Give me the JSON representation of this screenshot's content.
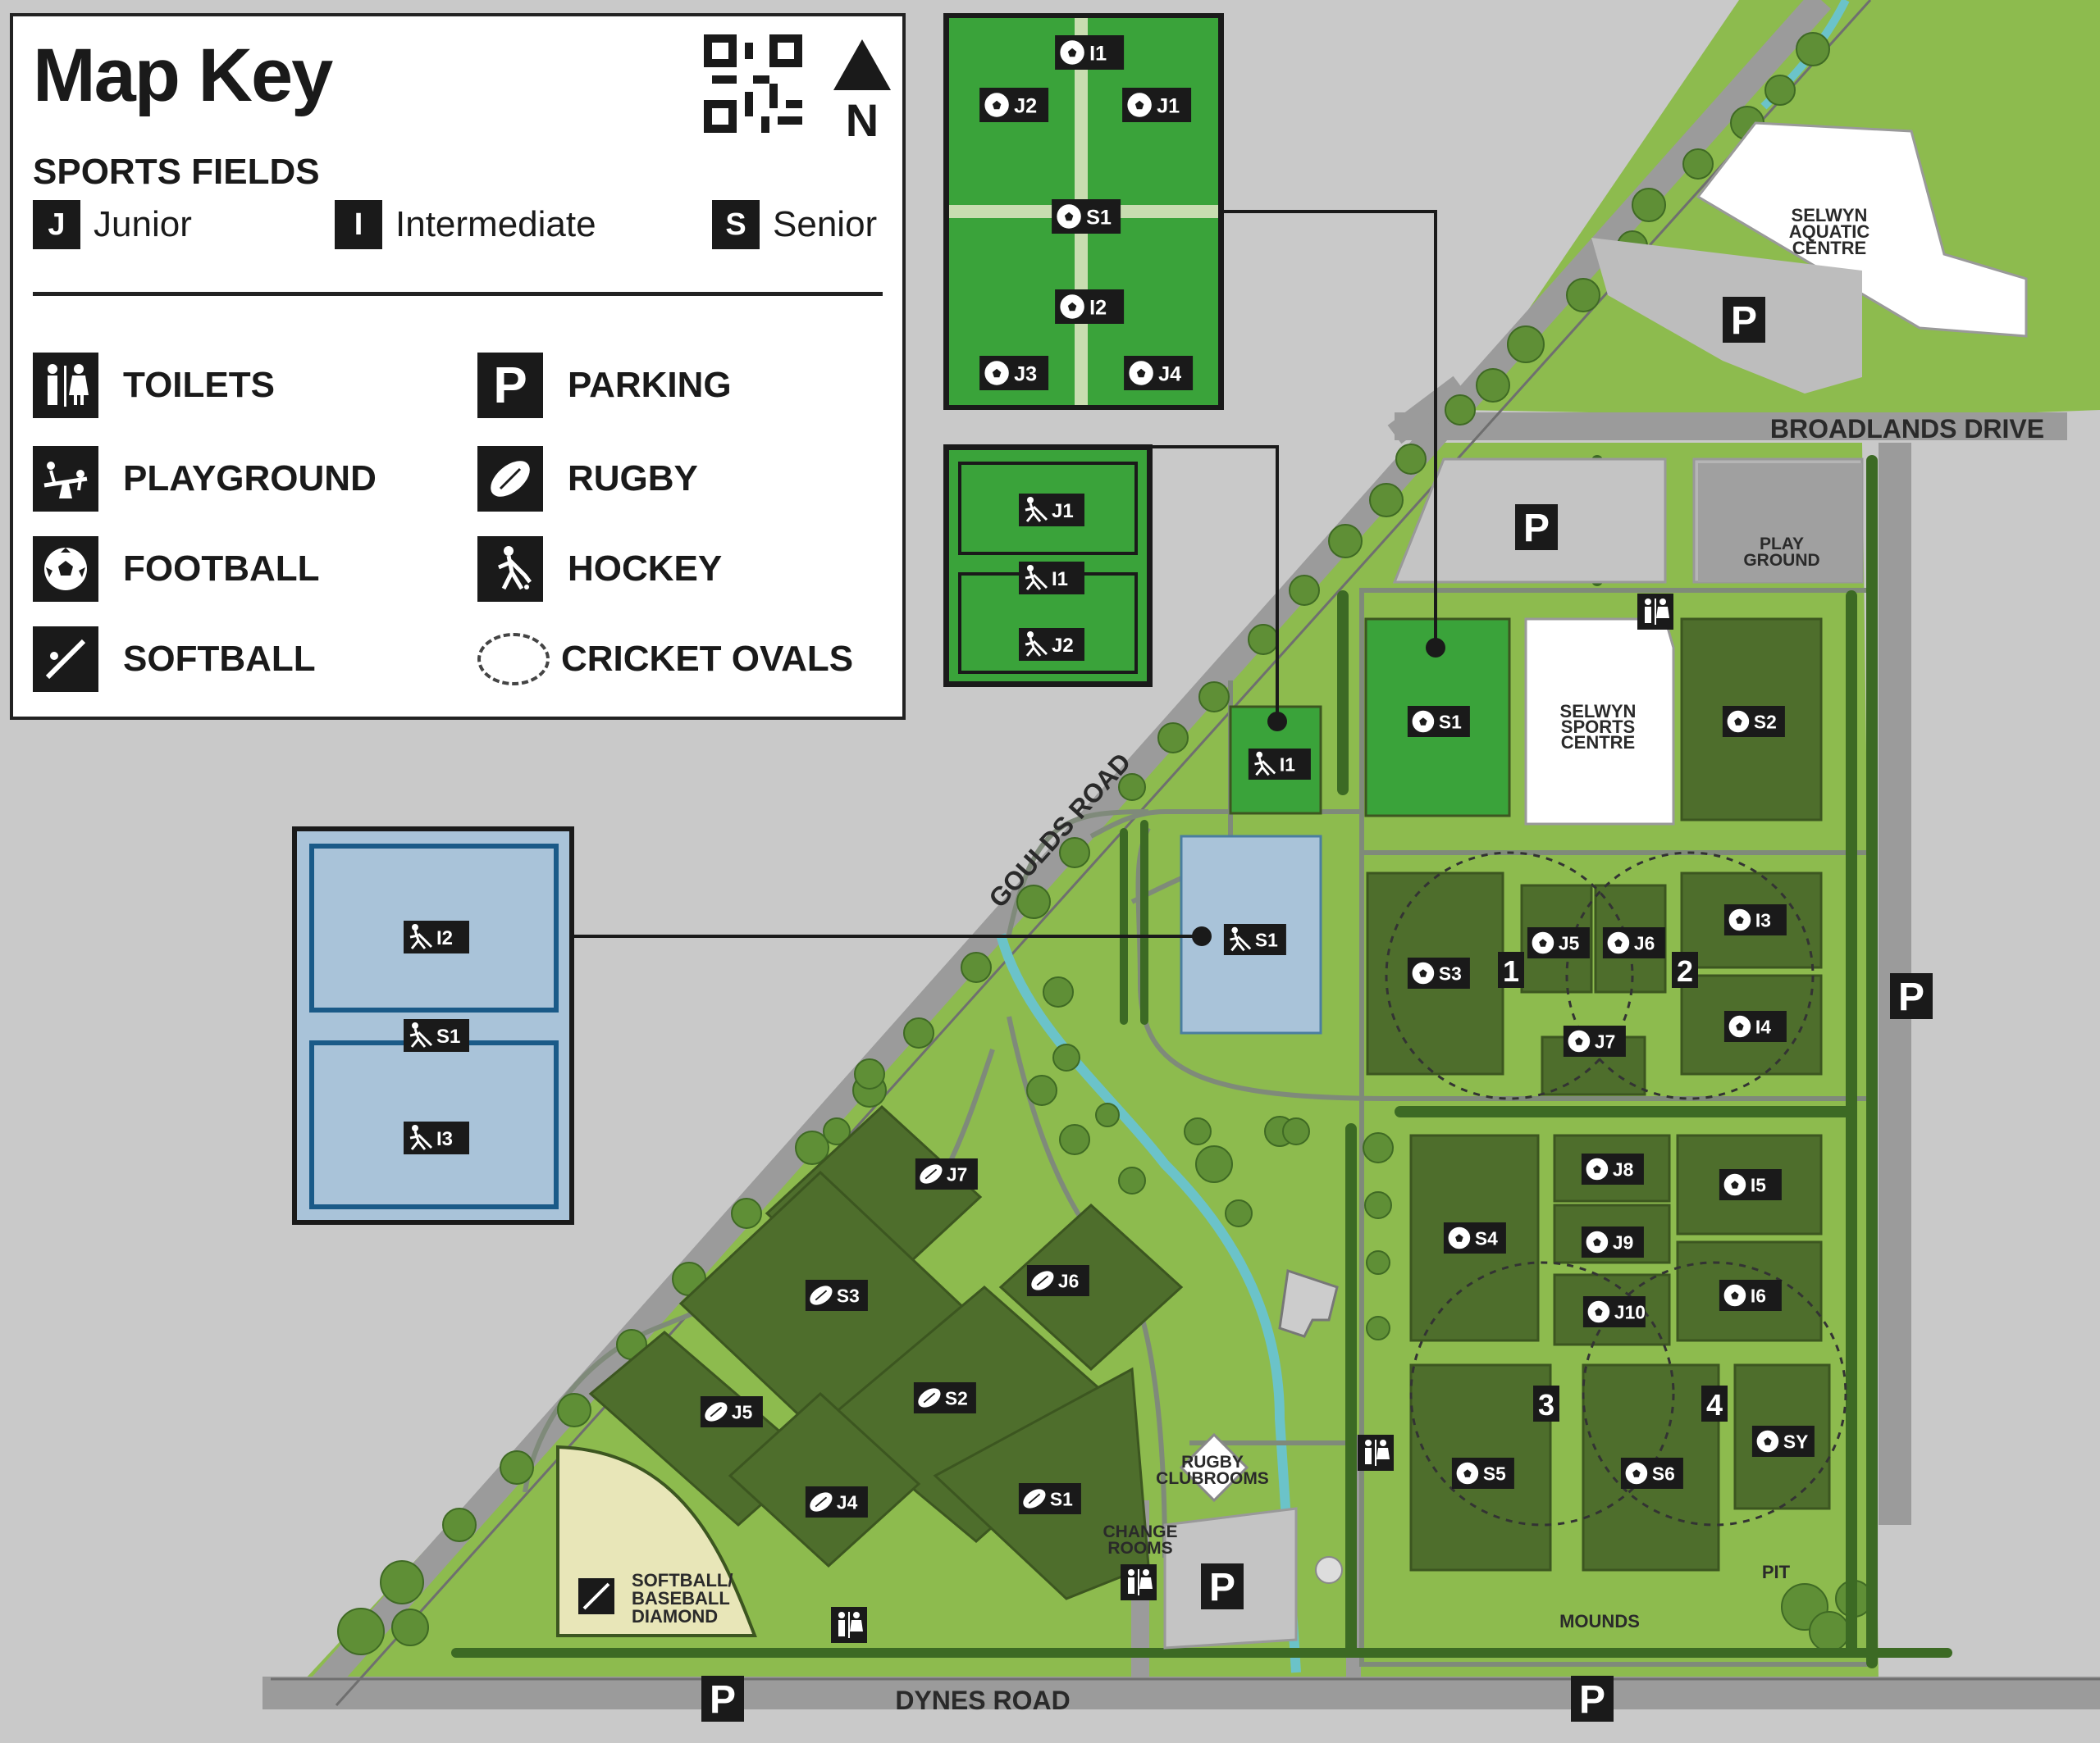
{
  "key": {
    "title": "Map Key",
    "sports_fields_heading": "SPORTS FIELDS",
    "levels": [
      {
        "letter": "J",
        "label": "Junior"
      },
      {
        "letter": "I",
        "label": "Intermediate"
      },
      {
        "letter": "S",
        "label": "Senior"
      }
    ],
    "north_letter": "N",
    "legend": [
      {
        "icon": "toilets-icon",
        "label": "TOILETS"
      },
      {
        "icon": "parking-icon",
        "label": "PARKING",
        "glyph": "P"
      },
      {
        "icon": "playground-icon",
        "label": "PLAYGROUND"
      },
      {
        "icon": "rugby-icon",
        "label": "RUGBY"
      },
      {
        "icon": "football-icon",
        "label": "FOOTBALL"
      },
      {
        "icon": "hockey-icon",
        "label": "HOCKEY"
      },
      {
        "icon": "softball-icon",
        "label": "SOFTBALL"
      },
      {
        "icon": "cricket-oval-icon",
        "label": "CRICKET OVALS"
      }
    ]
  },
  "roads": {
    "goulds": "GOULDS ROAD",
    "broadlands": "BROADLANDS DRIVE",
    "dynes": "DYNES ROAD"
  },
  "buildings": {
    "aquatic": [
      "SELWYN",
      "AQUATIC",
      "CENTRE"
    ],
    "sports": [
      "SELWYN",
      "SPORTS",
      "CENTRE"
    ],
    "playground": [
      "PLAY",
      "GROUND"
    ],
    "rugby_clubrooms": [
      "RUGBY",
      "CLUBROOMS"
    ],
    "change_rooms": [
      "CHANGE",
      "ROOMS"
    ],
    "softball_diamond": [
      "SOFTBALL/",
      "BASEBALL",
      "DIAMOND"
    ],
    "pit": "PIT",
    "mounds": "MOUNDS"
  },
  "parking_glyph": "P",
  "cricket_ovals": [
    "1",
    "2",
    "3",
    "4"
  ],
  "inset_football": [
    "I1",
    "J2",
    "J1",
    "S1",
    "I2",
    "J3",
    "J4"
  ],
  "inset_hockey_small": [
    "J1",
    "I1",
    "J2"
  ],
  "inset_hockey_turf": [
    "I2",
    "S1",
    "I3"
  ],
  "main_football": [
    "S1",
    "S2",
    "S3",
    "J5",
    "J6",
    "I3",
    "I4",
    "J7",
    "S4",
    "J8",
    "J9",
    "J10",
    "I5",
    "I6",
    "S5",
    "S6",
    "SY"
  ],
  "main_hockey": [
    "I1",
    "S1"
  ],
  "rugby_fields": [
    "J7",
    "S3",
    "J6",
    "J5",
    "S2",
    "J4",
    "S1"
  ],
  "colors": {
    "park": "#8dbb4e",
    "field_dark": "#4e6e2c",
    "field_bright": "#3aa33a",
    "turf_blue": "#a9c3d9",
    "road": "#9b9b9b",
    "background": "#c9c9c9",
    "ink": "#1a1a1a"
  }
}
